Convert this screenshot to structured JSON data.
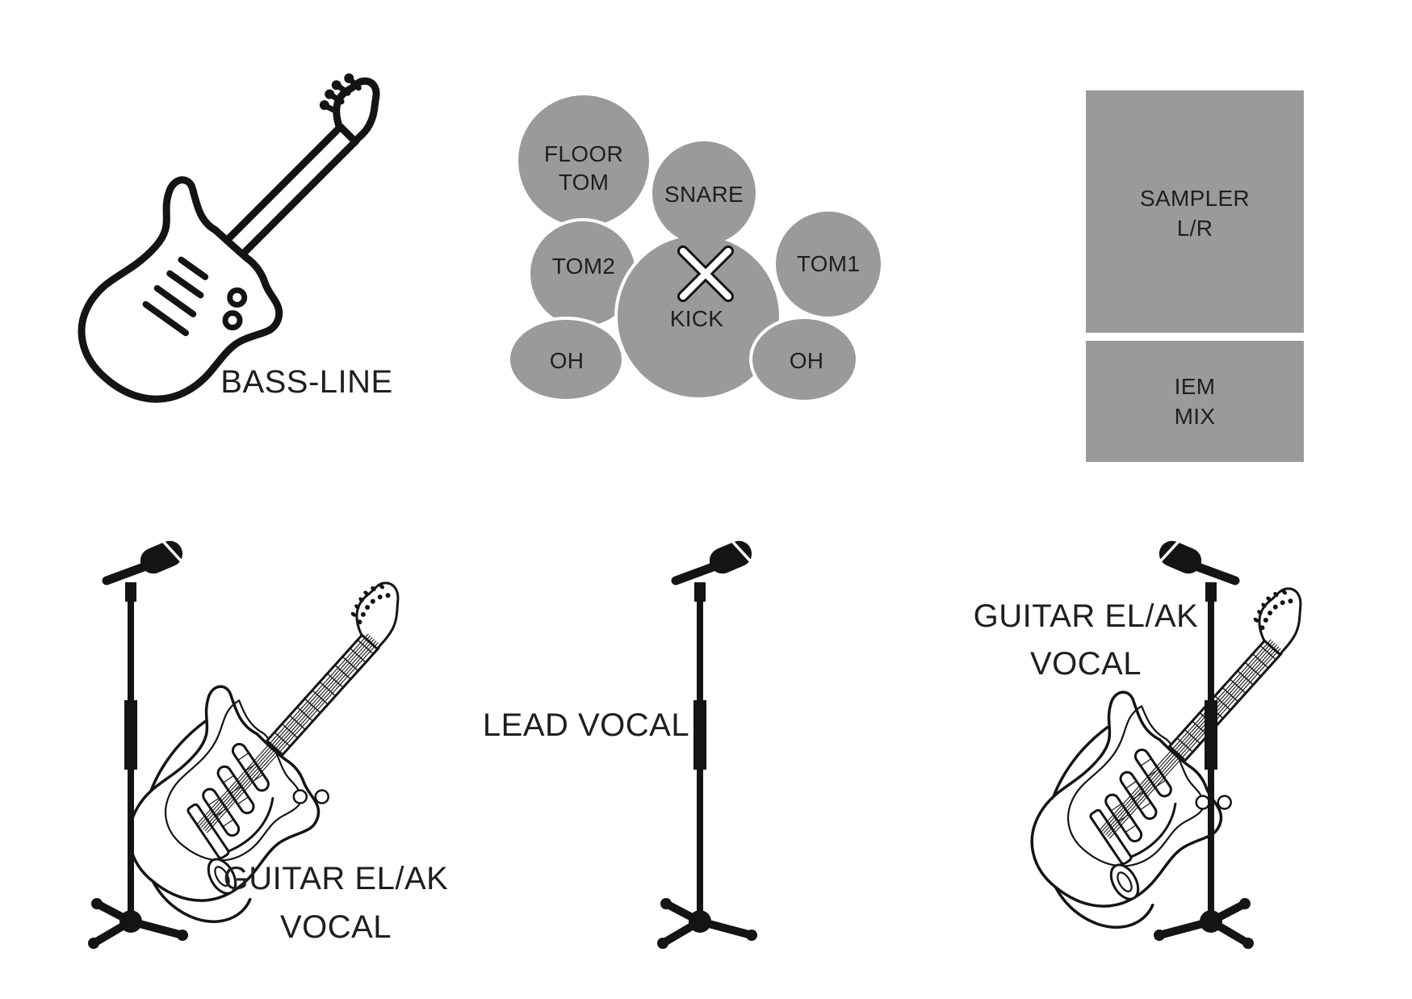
{
  "colors": {
    "background": "#ffffff",
    "shape_gray": "#9a9a9a",
    "icon_ink": "#141414",
    "label_text": "#1f1f1f"
  },
  "stage_plot": {
    "bass": {
      "label": "BASS-LINE"
    },
    "drum_kit": {
      "floor_tom_line1": "FLOOR",
      "floor_tom_line2": "TOM",
      "snare": "SNARE",
      "tom2": "TOM2",
      "tom1": "TOM1",
      "kick": "KICK",
      "oh_left": "OH",
      "oh_right": "OH"
    },
    "sampler": {
      "line1": "SAMPLER",
      "line2": "L/R"
    },
    "iem": {
      "line1": "IEM",
      "line2": "MIX"
    },
    "guitar_left": {
      "line1": "GUITAR EL/AK",
      "line2": "VOCAL"
    },
    "lead_vocal": {
      "label": "LEAD VOCAL"
    },
    "guitar_right": {
      "line1": "GUITAR EL/AK",
      "line2": "VOCAL"
    }
  }
}
